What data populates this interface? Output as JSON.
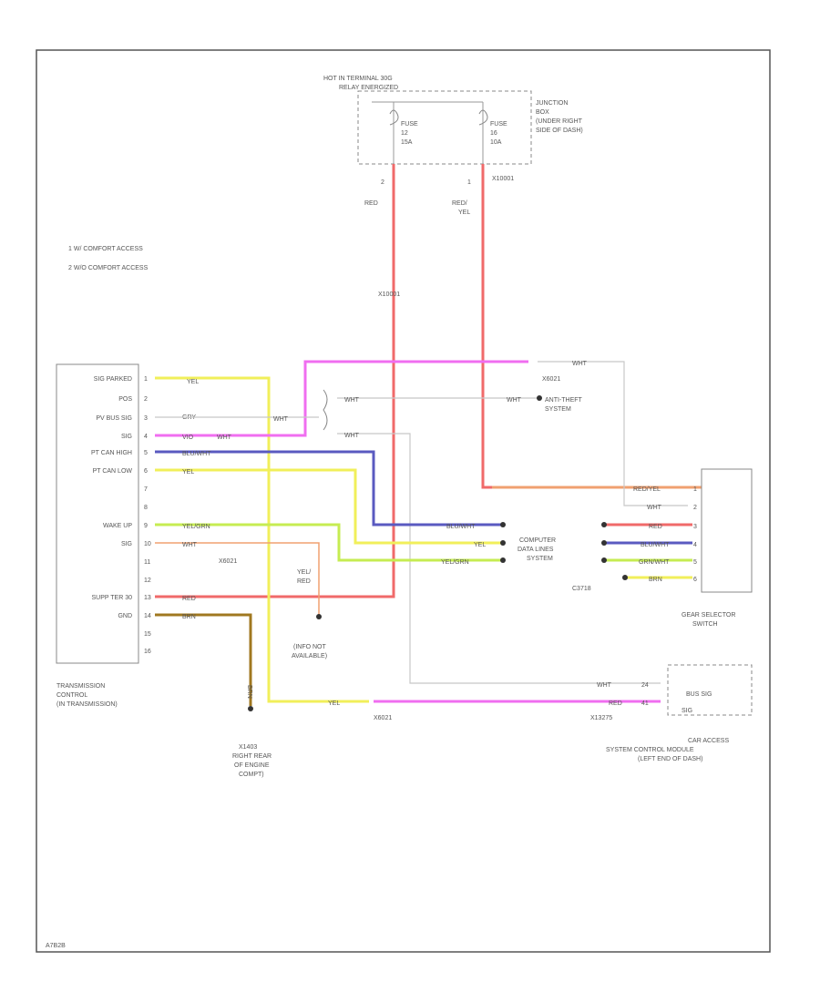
{
  "top_title": [
    "HOT IN TERMINAL 30G",
    "RELAY ENERGIZED"
  ],
  "junction_box": [
    "JUNCTION",
    "BOX",
    "(UNDER RIGHT",
    "SIDE OF DASH)"
  ],
  "fuses": [
    {
      "lines": [
        "FUSE",
        "12",
        "15A"
      ],
      "pin": "2"
    },
    {
      "lines": [
        "FUSE",
        "16",
        "10A"
      ],
      "pin": "1"
    }
  ],
  "fuse_connector": "X10001",
  "notes": [
    "1  W/ COMFORT ACCESS",
    "2  W/O COMFORT ACCESS"
  ],
  "tcm": {
    "label_block": [
      {
        "text": "SIG PARKED",
        "pin": "1"
      },
      {
        "text": "POS",
        "pin": "2"
      },
      {
        "text": "PV BUS SIG",
        "pin": "3"
      },
      {
        "text": "SIG",
        "pin": "4"
      },
      {
        "text": "PT CAN HIGH",
        "pin": "5"
      },
      {
        "text": "PT CAN LOW",
        "pin": "6"
      },
      {
        "text": "",
        "pin": "7"
      },
      {
        "text": "",
        "pin": "8"
      },
      {
        "text": "WAKE UP",
        "pin": "9"
      },
      {
        "text": "SIG",
        "pin": "10"
      },
      {
        "text": "",
        "pin": "11"
      },
      {
        "text": "",
        "pin": "12"
      },
      {
        "text": "SUPP TER 30",
        "pin": "13"
      },
      {
        "text": "GND",
        "pin": "14"
      },
      {
        "text": "",
        "pin": "15"
      },
      {
        "text": "",
        "pin": "16"
      }
    ],
    "caption": [
      "TRANSMISSION",
      "CONTROL",
      "(IN TRANSMISSION)"
    ]
  },
  "wire_labels": {
    "yel_top": "YEL",
    "gry_wht": "GRY",
    "vio_wht": "VIO",
    "vio_wht2": "WHT",
    "blu_wht": "BLU/WHT",
    "yel2": "YEL",
    "yel_grn": "YEL/GRN",
    "wht_11": "WHT",
    "red_13": "RED",
    "brn_14": "BRN",
    "red_fuse1": "RED",
    "red_yel_fuse2": [
      "RED/",
      "YEL"
    ],
    "x10001_mid": "X10001",
    "wht_top_right": "WHT",
    "wht_mid": "WHT",
    "wht_left1": "WHT",
    "wht_left2": "WHT",
    "wht_left3": "WHT",
    "yel_red_vert": [
      "YEL/",
      "RED"
    ],
    "blu_wht_right": "BLU/WHT",
    "yel_right": "YEL",
    "yel_grn_right": "YEL/GRN",
    "yel_bottom": "YEL",
    "wht_bottom": "WHT",
    "red_bottom": "RED",
    "brn_vert": "BRN"
  },
  "splices": {
    "s1": "X6021",
    "s2": "X6021",
    "s3": "X6021",
    "s4": "X6021"
  },
  "anti_theft": [
    "ANTI-THEFT",
    "SYSTEM"
  ],
  "computer_data": [
    "COMPUTER",
    "DATA LINES",
    "SYSTEM"
  ],
  "info_na": [
    "(INFO NOT",
    "AVAILABLE)"
  ],
  "ground": [
    "X1403",
    "RIGHT REAR",
    "OF ENGINE",
    "COMPT)"
  ],
  "gear_selector": {
    "wires": [
      "RED/YEL",
      "WHT",
      "RED",
      "BLU/WHT",
      "GRN/WHT",
      "BRN"
    ],
    "pins": [
      "1",
      "2",
      "3",
      "4",
      "5",
      "6"
    ],
    "connector": "C3718",
    "caption": [
      "GEAR SELECTOR",
      "SWITCH"
    ]
  },
  "car_access": {
    "wires": [
      "WHT",
      "RED"
    ],
    "pins": [
      "24",
      "41"
    ],
    "box_lines": [
      "BUS SIG",
      "SIG"
    ],
    "connector": "X13275",
    "caption": [
      "CAR ACCESS",
      "SYSTEM CONTROL MODULE",
      "(LEFT END OF DASH)"
    ]
  },
  "bottom_splice": "X6021",
  "ref_code": "A7B2B",
  "colors": {
    "red": "#f06a6a",
    "yellow": "#f1ef5a",
    "magenta": "#f06ef0",
    "blue": "#5a5ac0",
    "yelgrn": "#c6ec52",
    "orange": "#f0a070",
    "brown": "#a07820",
    "gray": "#c8c8c8"
  }
}
